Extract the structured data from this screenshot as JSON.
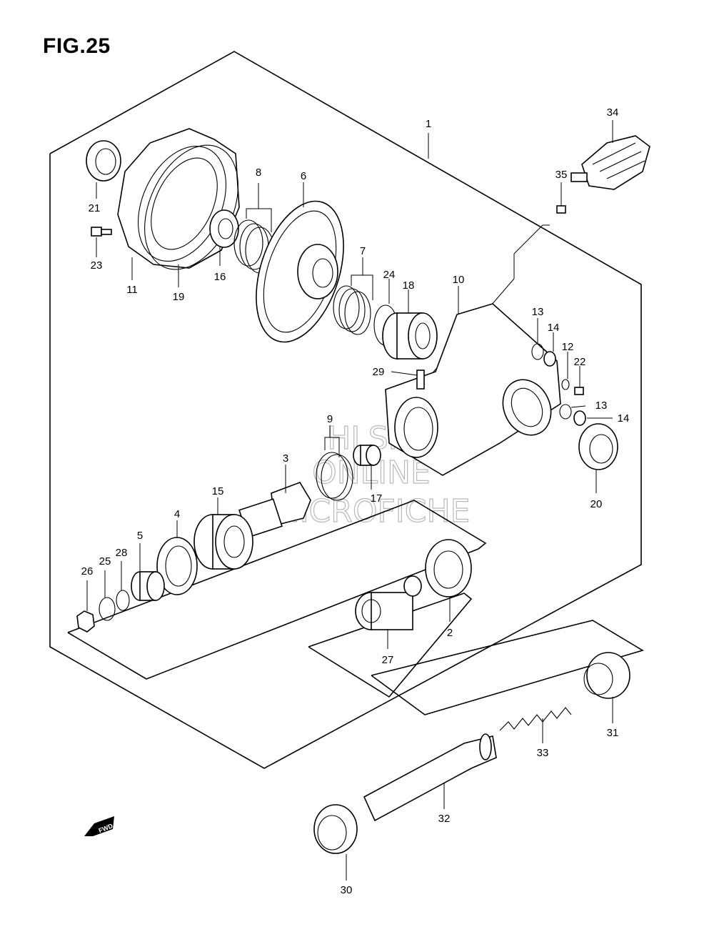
{
  "figure": {
    "title": "FIG.25"
  },
  "watermark": {
    "lines": [
      "HLSM",
      "ONLINE",
      "MICROFICHE"
    ]
  },
  "fwd_badge": {
    "text": "FWD",
    "icon": "fwd-arrow-icon"
  },
  "callouts": [
    {
      "id": "1",
      "label": "1"
    },
    {
      "id": "2",
      "label": "2"
    },
    {
      "id": "3",
      "label": "3"
    },
    {
      "id": "4",
      "label": "4"
    },
    {
      "id": "5",
      "label": "5"
    },
    {
      "id": "6",
      "label": "6"
    },
    {
      "id": "7",
      "label": "7"
    },
    {
      "id": "8",
      "label": "8"
    },
    {
      "id": "9",
      "label": "9"
    },
    {
      "id": "10",
      "label": "10"
    },
    {
      "id": "11",
      "label": "11"
    },
    {
      "id": "12",
      "label": "12"
    },
    {
      "id": "13a",
      "label": "13"
    },
    {
      "id": "13b",
      "label": "13"
    },
    {
      "id": "14a",
      "label": "14"
    },
    {
      "id": "14b",
      "label": "14"
    },
    {
      "id": "15",
      "label": "15"
    },
    {
      "id": "16",
      "label": "16"
    },
    {
      "id": "17",
      "label": "17"
    },
    {
      "id": "18",
      "label": "18"
    },
    {
      "id": "19",
      "label": "19"
    },
    {
      "id": "20",
      "label": "20"
    },
    {
      "id": "21",
      "label": "21"
    },
    {
      "id": "22",
      "label": "22"
    },
    {
      "id": "23",
      "label": "23"
    },
    {
      "id": "24",
      "label": "24"
    },
    {
      "id": "25",
      "label": "25"
    },
    {
      "id": "26",
      "label": "26"
    },
    {
      "id": "27",
      "label": "27"
    },
    {
      "id": "28",
      "label": "28"
    },
    {
      "id": "29",
      "label": "29"
    },
    {
      "id": "30",
      "label": "30"
    },
    {
      "id": "31",
      "label": "31"
    },
    {
      "id": "32",
      "label": "32"
    },
    {
      "id": "33",
      "label": "33"
    },
    {
      "id": "34",
      "label": "34"
    },
    {
      "id": "35",
      "label": "35"
    }
  ]
}
